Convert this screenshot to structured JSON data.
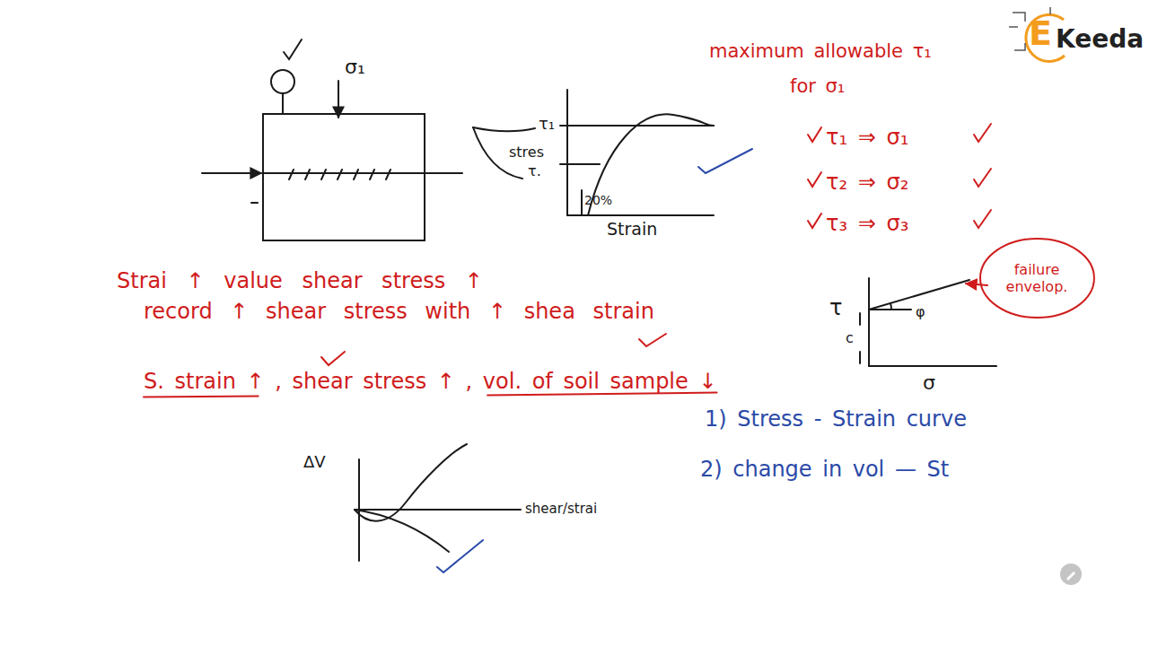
{
  "diagram": {
    "nodes": [
      {
        "text": [
          "failure envelop."
        ]
      }
    ],
    "labels": [
      "σ₁",
      "τ₁",
      "stres",
      "τ.",
      "20%",
      "Strain",
      "maximum allowable τ₁",
      "for σ₁",
      "τ₁ ⇒ σ₁",
      "τ₂ ⇒ σ₂",
      "τ₃ ⇒ σ₃",
      "Strai ↑ value shear stress ↑",
      "record ↑ shear stress with ↑ shea strain",
      "S. strain ↑ , shear stress ↑ , vol. of soil sample ↓",
      "τ",
      "c",
      "φ",
      "σ",
      "1) Stress - Strain curve",
      "2) change in vol — St",
      "ΔV",
      "shear/strai",
      "E",
      "Keeda"
    ]
  }
}
